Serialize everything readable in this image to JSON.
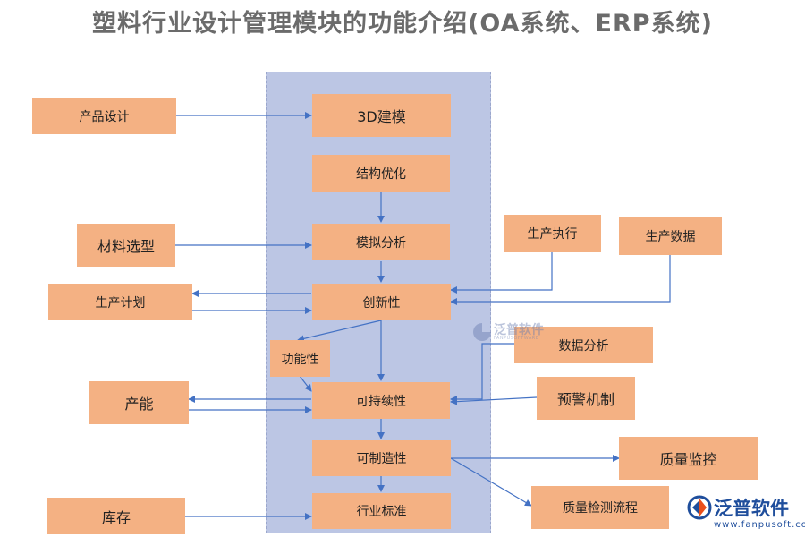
{
  "title": "塑料行业设计管理模块的功能介绍(OA系统、ERP系统)",
  "nodes": {
    "modeling_3d": "3D建模",
    "structure_opt": "结构优化",
    "simulation": "模拟分析",
    "innovation": "创新性",
    "functionality": "功能性",
    "sustainability": "可持续性",
    "manufacturability": "可制造性",
    "industry_standard": "行业标准",
    "product_design": "产品设计",
    "material_selection": "材料选型",
    "production_plan": "生产计划",
    "capacity": "产能",
    "inventory": "库存",
    "production_exec": "生产执行",
    "production_data": "生产数据",
    "data_analysis": "数据分析",
    "early_warning": "预警机制",
    "quality_monitor": "质量监控",
    "quality_inspection": "质量检测流程"
  },
  "watermark": {
    "name": "泛普软件",
    "sub": "FANPUSOFTWARE"
  },
  "logo": {
    "name": "泛普软件",
    "url": "www.fanpusoft.com"
  },
  "colors": {
    "box_fill": "#f4b183",
    "panel_fill": "#bcc6e4",
    "arrow": "#4472c4",
    "title": "#6b6b6b"
  }
}
